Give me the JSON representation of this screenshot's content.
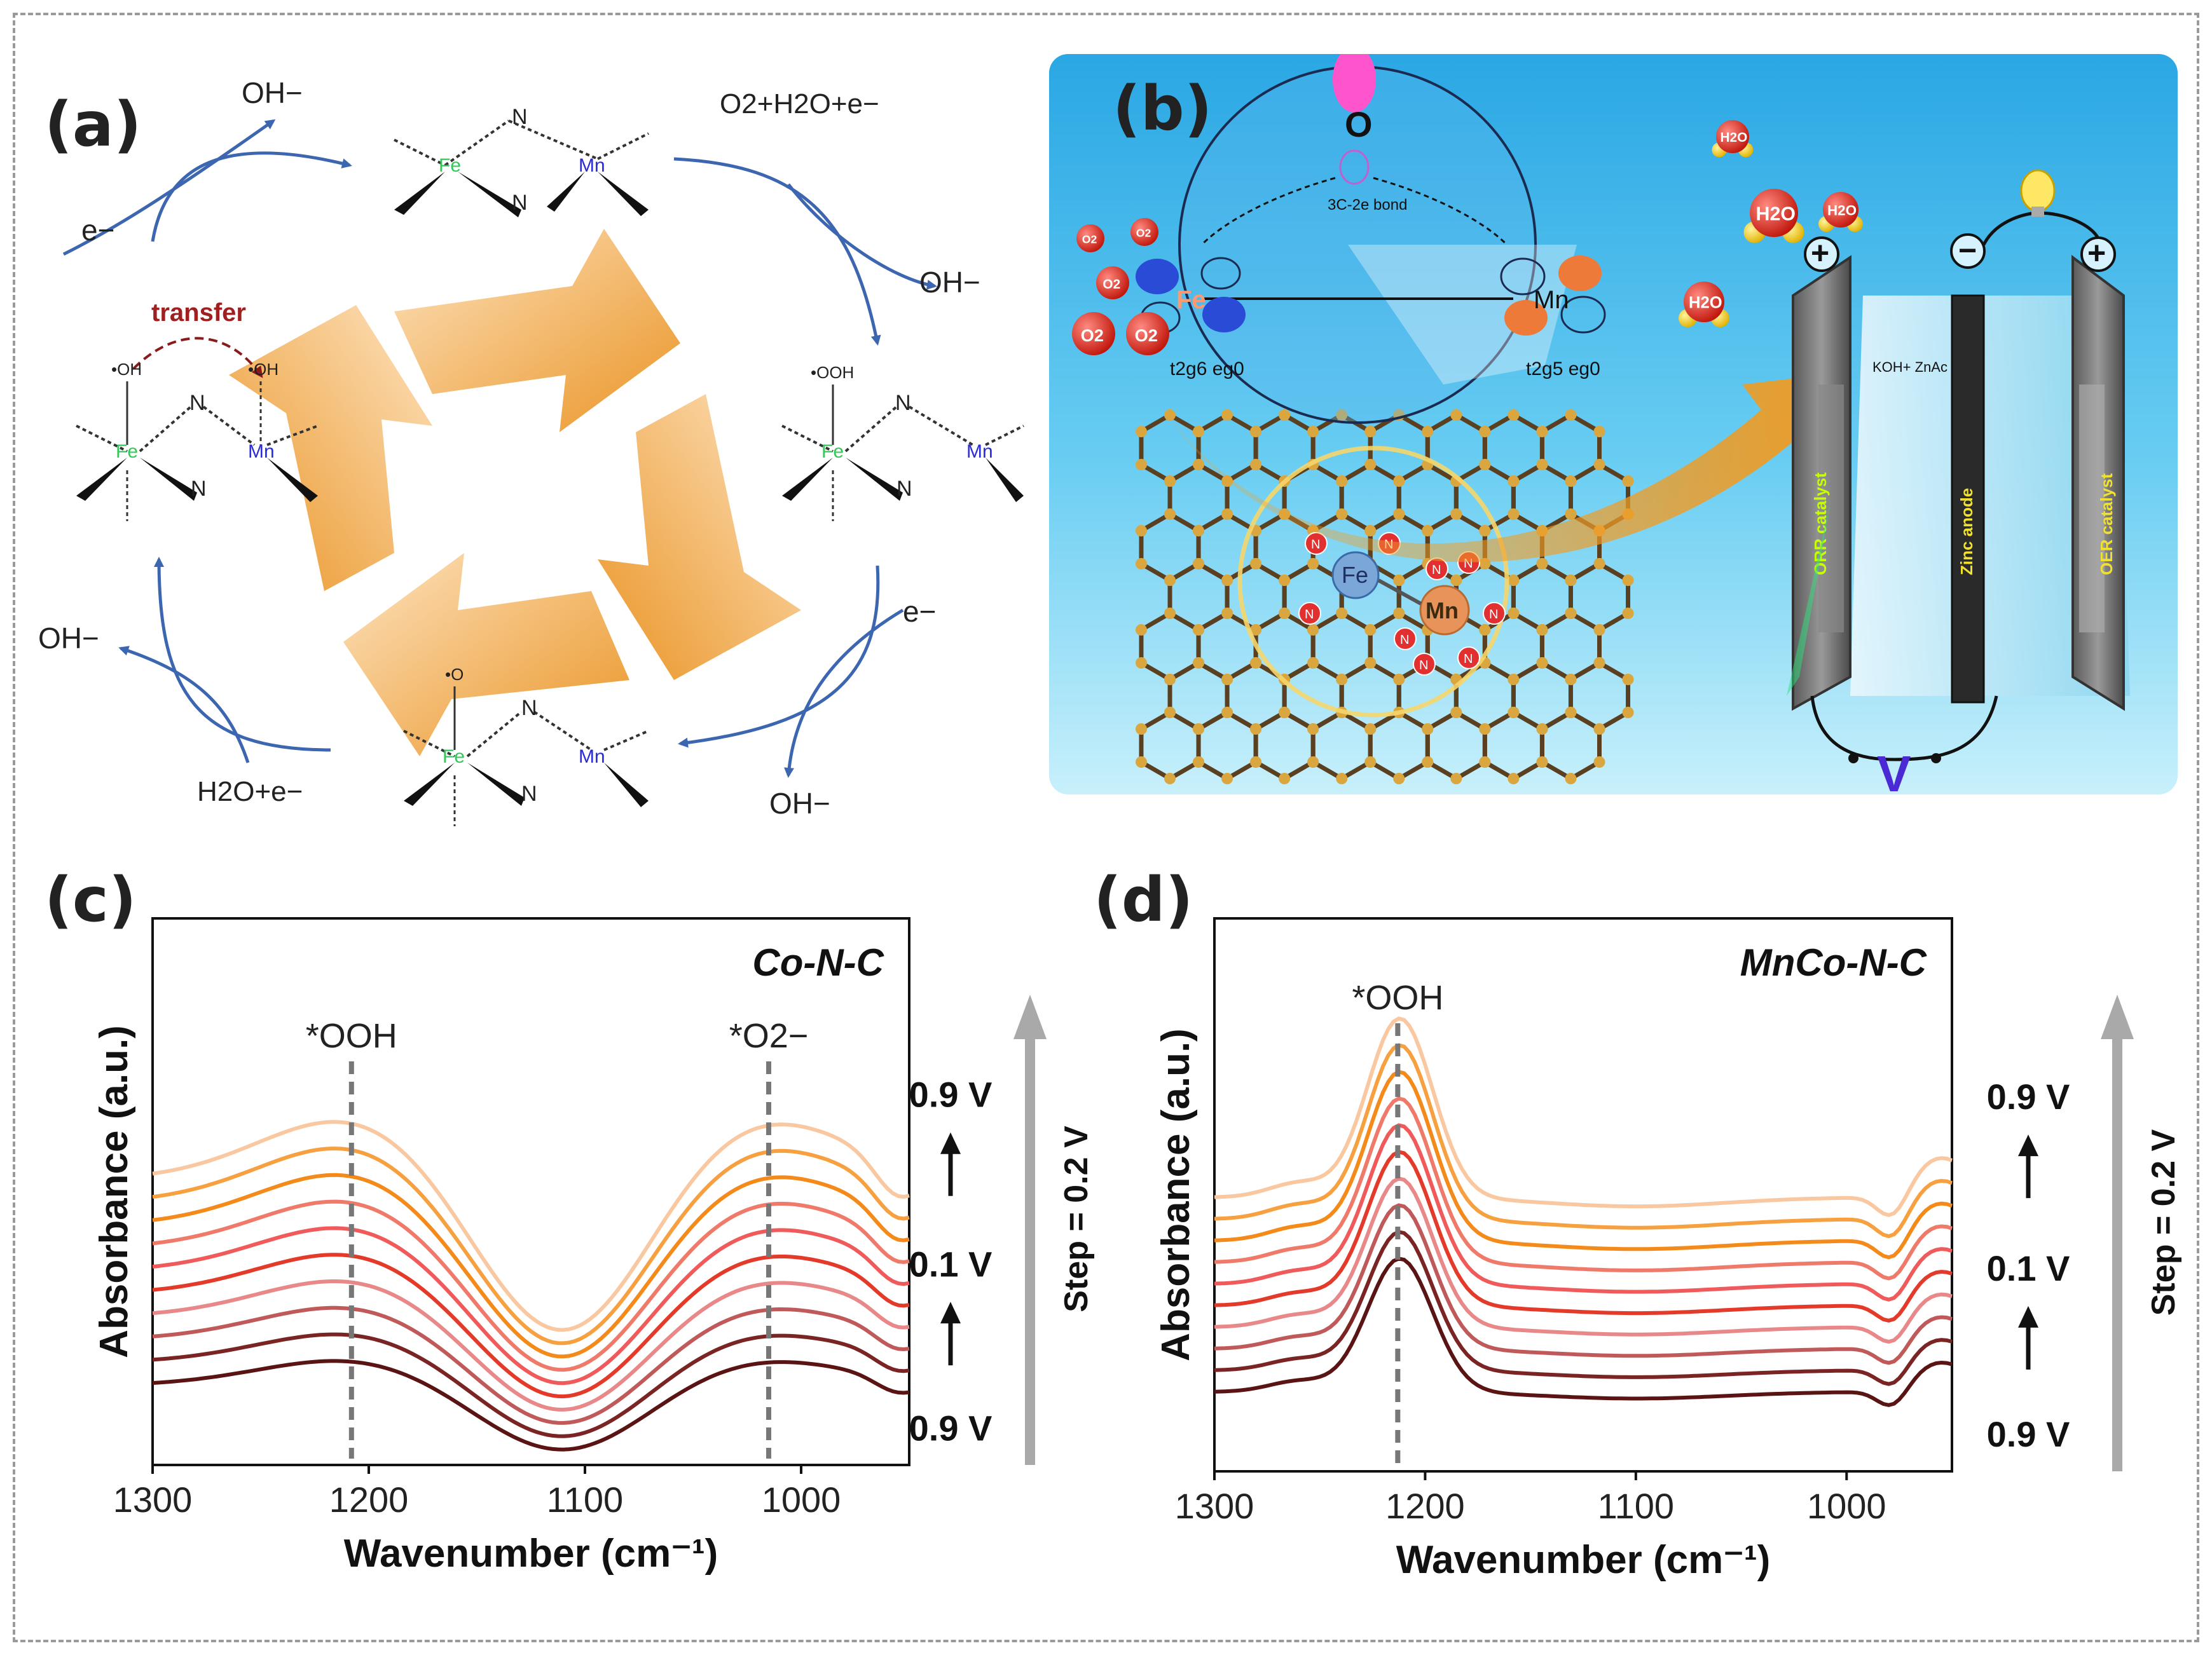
{
  "panel_labels": {
    "a": "(a)",
    "b": "(b)",
    "c": "(c)",
    "d": "(d)"
  },
  "panel_a": {
    "species": {
      "oh_top_left": "OH−",
      "e_left": "e−",
      "o2_h2o_e": "O2+H2O+e−",
      "oh_right": "OH−",
      "transfer": "transfer",
      "e_right": "e−",
      "oh_left": "OH−",
      "h2o_e": "H2O+e−",
      "oh_bottom": "OH−"
    },
    "atoms": {
      "fe": "Fe",
      "mn": "Mn",
      "n": "N"
    },
    "adsorbates": {
      "oh": "•OH",
      "ooh": "•OOH",
      "o": "•O"
    }
  },
  "panel_b": {
    "orbital_o": "O",
    "bond_label": "3C-2e bond",
    "fe": "Fe",
    "mn": "Mn",
    "fe_config": "t2g6 eg0",
    "mn_config": "t2g5 eg0",
    "electrolyte": "KOH+ ZnAc",
    "orr_catalyst": "ORR catalyst",
    "zinc_anode": "Zinc anode",
    "oer_catalyst": "OER catalyst",
    "voltmeter": "V",
    "plus": "+",
    "minus": "−",
    "o2": "O2",
    "h2o": "H2O",
    "sac_n": "N",
    "sac_fe": "Fe",
    "sac_mn": "Mn"
  },
  "colors": {
    "bg_blue_top": "#2aa7e4",
    "bg_blue_bottom": "#c8f0fb",
    "arrow_orange": "#f0a030",
    "fe_green": "#34c759",
    "mn_blue": "#2a2ad6",
    "ooh_dash": "#777777"
  },
  "chart_data": [
    {
      "type": "line",
      "panel": "c",
      "title": "Co-N-C",
      "xlabel": "Wavenumber (cm⁻¹)",
      "ylabel": "Absorbance (a.u.)",
      "xlim": [
        1300,
        950
      ],
      "xticks": [
        1300,
        1200,
        1100,
        1000
      ],
      "annotations": [
        {
          "label": "*OOH",
          "x": 1208
        },
        {
          "label": "*O2−",
          "x": 1015
        }
      ],
      "potential_labels": [
        "0.9 V",
        "0.1 V",
        "0.9 V"
      ],
      "step_label": "Step = 0.2 V",
      "series_colors": [
        "#5a1414",
        "#7a2424",
        "#c05a5a",
        "#e88888",
        "#e43a2a",
        "#f05a5a",
        "#f07a6a",
        "#f48a1a",
        "#f7a040",
        "#f9c8a0"
      ]
    },
    {
      "type": "line",
      "panel": "d",
      "title": "MnCo-N-C",
      "xlabel": "Wavenumber (cm⁻¹)",
      "ylabel": "Absorbance (a.u.)",
      "xlim": [
        1300,
        950
      ],
      "xticks": [
        1300,
        1200,
        1100,
        1000
      ],
      "annotations": [
        {
          "label": "*OOH",
          "x": 1213
        }
      ],
      "potential_labels": [
        "0.9 V",
        "0.1 V",
        "0.9 V"
      ],
      "step_label": "Step = 0.2 V",
      "series_colors": [
        "#5a1414",
        "#7a2424",
        "#c05a5a",
        "#e88888",
        "#e43a2a",
        "#f05a5a",
        "#f07a6a",
        "#f48a1a",
        "#f7a040",
        "#f9c8a0"
      ]
    }
  ]
}
